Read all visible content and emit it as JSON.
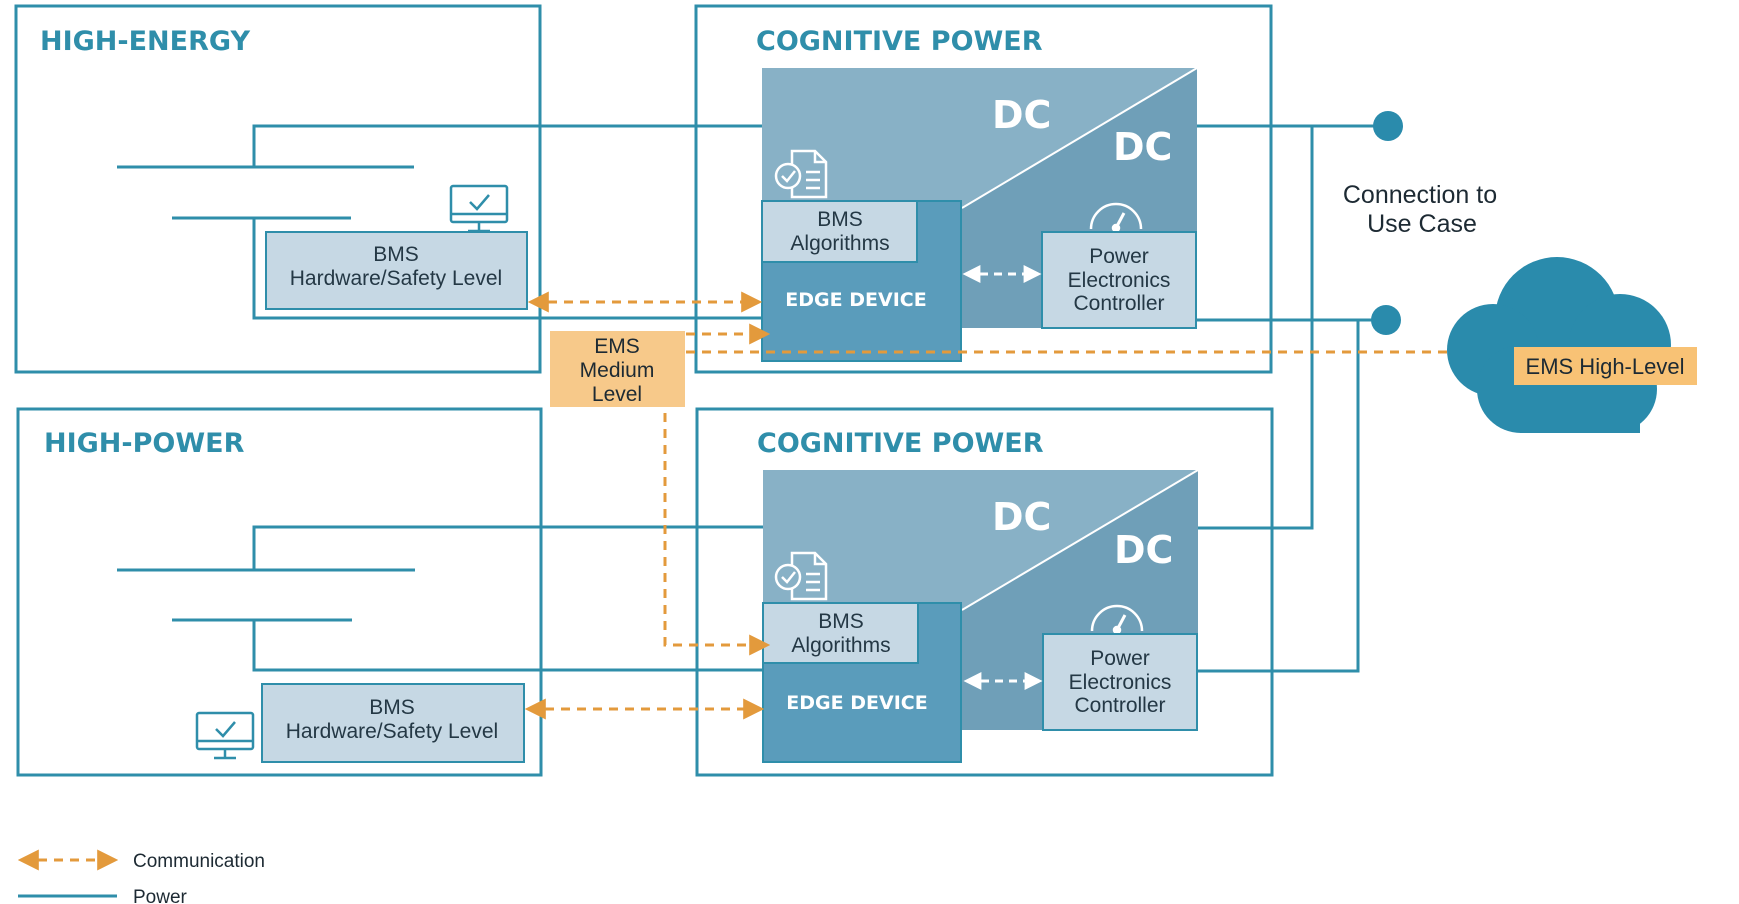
{
  "panels": {
    "high_energy_title": "HIGH-ENERGY",
    "high_power_title": "HIGH-POWER",
    "cognitive_power_top_title": "COGNITIVE POWER",
    "cognitive_power_bottom_title": "COGNITIVE POWER"
  },
  "converter": {
    "dc_in": "DC",
    "dc_out": "DC"
  },
  "bms_hardware": {
    "line1": "BMS",
    "line2": "Hardware/Safety Level"
  },
  "bms_algorithms": {
    "line1": "BMS",
    "line2": "Algorithms"
  },
  "edge_device": "EDGE DEVICE",
  "power_electronics": {
    "line1": "Power",
    "line2": "Electronics",
    "line3": "Controller"
  },
  "ems_medium": {
    "line1": "EMS",
    "line2": "Medium",
    "line3": "Level"
  },
  "connection": {
    "line1": "Connection to",
    "line2": "Use Case"
  },
  "ems_high_level": "EMS High-Level",
  "legend": {
    "communication": "Communication",
    "power": "Power"
  },
  "colors": {
    "teal": "#2f8eaa",
    "converter_fill": "#88b1c6",
    "converter_dark": "#6b9db7",
    "edge_device": "#5a9cbb",
    "box_fill": "#c6d8e4",
    "comm_orange": "#e39a3c",
    "ems_medium_fill": "#f7c98a",
    "ems_high_fill": "#f8c275",
    "cloud": "#2a8bac"
  }
}
